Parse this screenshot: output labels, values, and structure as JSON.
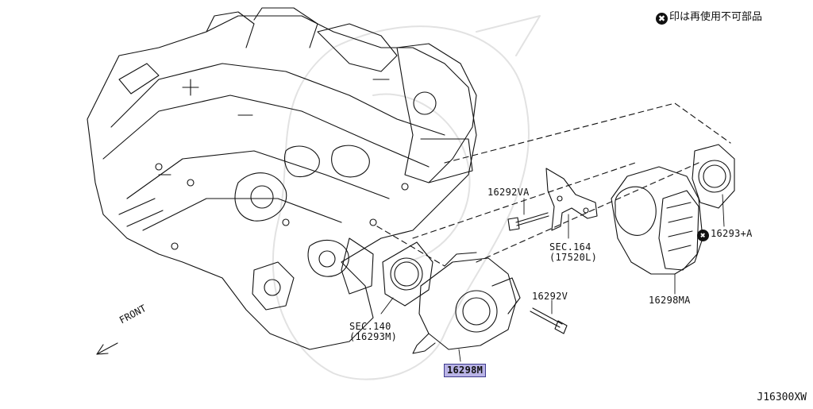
{
  "notice": {
    "symbol": "✖",
    "text": "印は再使用不可部品"
  },
  "drawing_code": "J16300XW",
  "front_label": "FRONT",
  "callouts": [
    {
      "id": "16292VA",
      "text": "16292VA"
    },
    {
      "id": "sec164",
      "text": "SEC.164",
      "sub": "(17520L)"
    },
    {
      "id": "16293A",
      "text": "16293+A",
      "reusable": false
    },
    {
      "id": "16292V",
      "text": "16292V"
    },
    {
      "id": "16298MA",
      "text": "16298MA"
    },
    {
      "id": "sec140",
      "text": "SEC.140",
      "sub": "(16293M)"
    },
    {
      "id": "16298M",
      "text": "16298M",
      "highlighted": true
    }
  ],
  "colors": {
    "highlight": "#b9b3e6",
    "ink": "#111111"
  }
}
